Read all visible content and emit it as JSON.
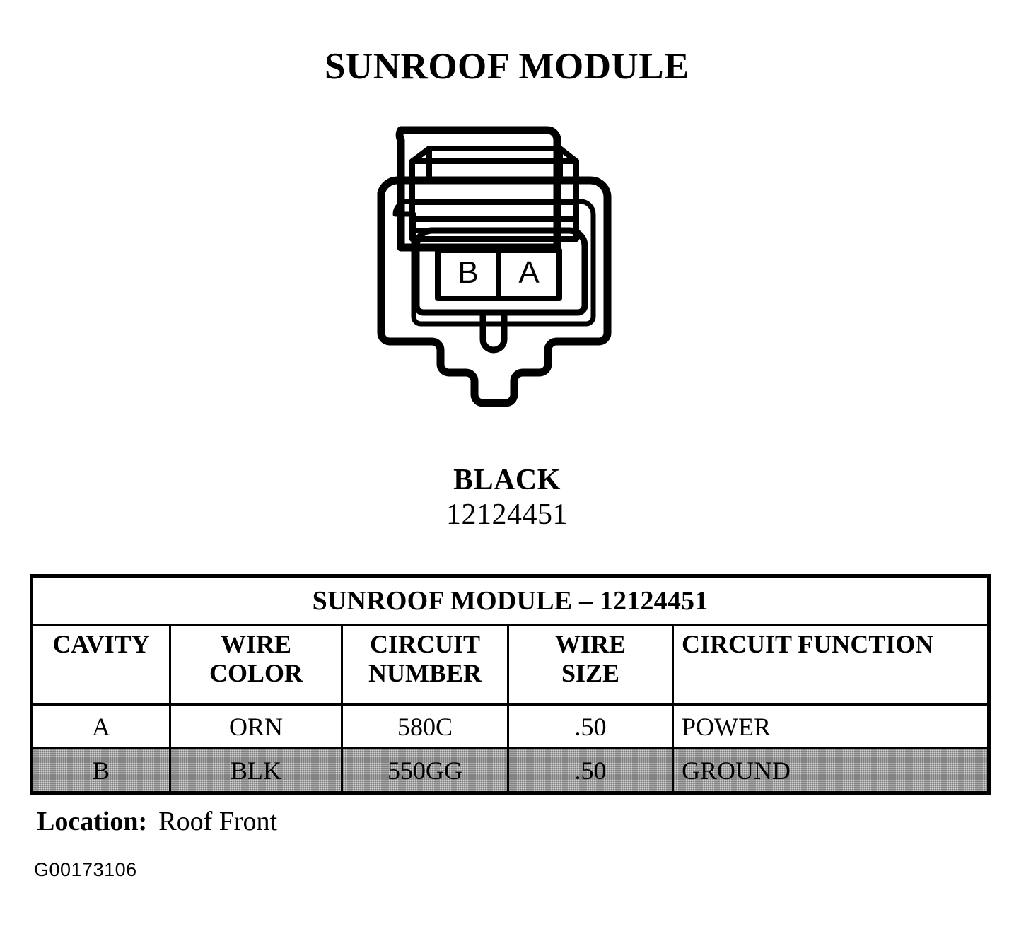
{
  "page": {
    "title": "SUNROOF MODULE",
    "footer_id": "G00173106"
  },
  "connector": {
    "color_name": "BLACK",
    "part_number": "12124451",
    "cavity_labels": {
      "left": "B",
      "right": "A"
    },
    "icon_name": "two-cavity-connector-diagram"
  },
  "table": {
    "title": "SUNROOF MODULE – 12124451",
    "columns": [
      "CAVITY",
      "WIRE COLOR",
      "CIRCUIT NUMBER",
      "WIRE SIZE",
      "CIRCUIT FUNCTION"
    ],
    "columns_split": [
      {
        "line1": "CAVITY",
        "line2": ""
      },
      {
        "line1": "WIRE",
        "line2": "COLOR"
      },
      {
        "line1": "CIRCUIT",
        "line2": "NUMBER"
      },
      {
        "line1": "WIRE",
        "line2": "SIZE"
      },
      {
        "line1": "CIRCUIT FUNCTION",
        "line2": ""
      }
    ],
    "rows": [
      {
        "cavity": "A",
        "wire_color": "ORN",
        "circuit_number": "580C",
        "wire_size": ".50",
        "circuit_function": "POWER",
        "shaded": false
      },
      {
        "cavity": "B",
        "wire_color": "BLK",
        "circuit_number": "550GG",
        "wire_size": ".50",
        "circuit_function": "GROUND",
        "shaded": true
      }
    ]
  },
  "location": {
    "label": "Location:",
    "value": "Roof Front"
  },
  "colors": {
    "ink": "#000000",
    "paper": "#ffffff",
    "shaded_row": "#d2d2d2"
  }
}
